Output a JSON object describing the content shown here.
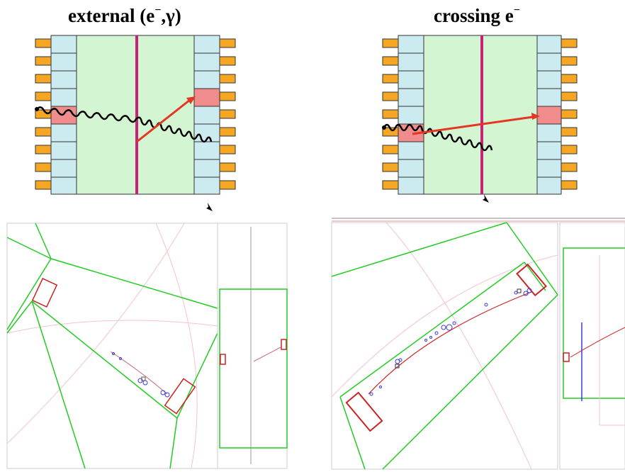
{
  "panels": {
    "left": {
      "title_main": "external (e",
      "title_sup": "−",
      "title_tail": ",γ)"
    },
    "right": {
      "title_main": "crossing e",
      "title_sup": "−"
    }
  },
  "colors": {
    "bar_fill": "#ccebf0",
    "pad_fill": "#f5a623",
    "drift_fill": "#d4f5d2",
    "center_wire": "#c8237a",
    "hit_cell": "#f08c8c",
    "track_arrow": "#e53523",
    "photon_path": "#000000",
    "detector_outline": "#22cc22",
    "event_track": "#cc2222",
    "cluster_marker": "#3b3bd6",
    "reference_arc": "#f2c4cc"
  }
}
